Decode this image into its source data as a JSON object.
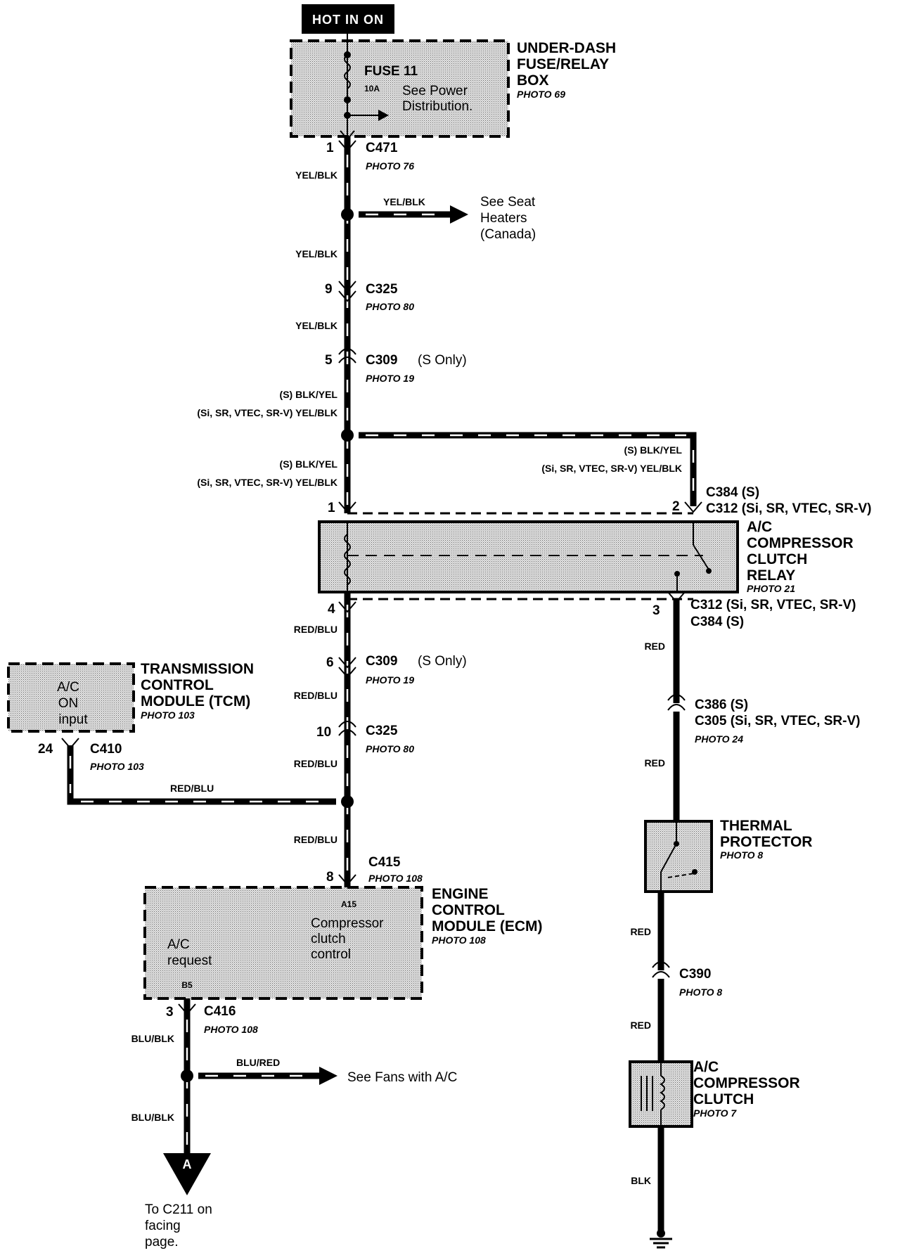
{
  "hot_label": "HOT IN ON",
  "fuse_box": {
    "name_lines": [
      "UNDER-DASH",
      "FUSE/RELAY",
      "BOX"
    ],
    "photo": "PHOTO 69",
    "fuse": "FUSE 11",
    "rating": "10A",
    "note_lines": [
      "See Power",
      "Distribution."
    ]
  },
  "connectors": {
    "c471": {
      "pin": "1",
      "name": "C471",
      "photo": "PHOTO 76"
    },
    "c325_top": {
      "pin": "9",
      "name": "C325",
      "photo": "PHOTO 80"
    },
    "c309_top": {
      "pin": "5",
      "name": "C309",
      "note": "(S Only)",
      "photo": "PHOTO 19"
    },
    "relay_pin1": {
      "pin": "1"
    },
    "relay_pin2": {
      "pin": "2",
      "line1": "C384 (S)",
      "line2": "C312 (Si, SR, VTEC, SR-V)"
    },
    "relay_pin4": {
      "pin": "4"
    },
    "relay_pin3": {
      "pin": "3",
      "line1": "C312 (Si, SR, VTEC, SR-V)",
      "line2": "C384 (S)"
    },
    "c309_bot": {
      "pin": "6",
      "name": "C309",
      "note": "(S Only)",
      "photo": "PHOTO 19"
    },
    "c325_bot": {
      "pin": "10",
      "name": "C325",
      "photo": "PHOTO 80"
    },
    "c410": {
      "pin": "24",
      "name": "C410",
      "photo": "PHOTO 103"
    },
    "c415": {
      "pin": "8",
      "name": "C415",
      "photo": "PHOTO 108"
    },
    "c416": {
      "pin": "3",
      "name": "C416",
      "photo": "PHOTO 108"
    },
    "c386": {
      "line1": "C386 (S)",
      "line2": "C305 (Si, SR, VTEC, SR-V)",
      "photo": "PHOTO 24"
    },
    "c390": {
      "name": "C390",
      "photo": "PHOTO 8"
    }
  },
  "wires": {
    "yelblk_1": "YEL/BLK",
    "yelblk_branch": "YEL/BLK",
    "yelblk_2": "YEL/BLK",
    "yelblk_3": "YEL/BLK",
    "s_blkyel_a": "(S)  BLK/YEL",
    "si_yelblk_a": "(Si, SR, VTEC, SR-V)  YEL/BLK",
    "s_blkyel_b": "(S)  BLK/YEL",
    "si_yelblk_b": "(Si, SR, VTEC, SR-V)  YEL/BLK",
    "s_blkyel_c": "(S)  BLK/YEL",
    "si_yelblk_c": "(Si, SR, VTEC, SR-V)  YEL/BLK",
    "redblu_1": "RED/BLU",
    "redblu_2": "RED/BLU",
    "redblu_3": "RED/BLU",
    "redblu_4": "RED/BLU",
    "redblu_5": "RED/BLU",
    "red_1": "RED",
    "red_2": "RED",
    "red_3": "RED",
    "red_4": "RED",
    "blublk_1": "BLU/BLK",
    "blured": "BLU/RED",
    "blublk_2": "BLU/BLK",
    "blk": "BLK"
  },
  "seat_heaters_lines": [
    "See Seat",
    "Heaters",
    "(Canada)"
  ],
  "relay": {
    "name_lines": [
      "A/C",
      "COMPRESSOR",
      "CLUTCH",
      "RELAY"
    ],
    "photo": "PHOTO 21"
  },
  "tcm": {
    "name_lines": [
      "TRANSMISSION",
      "CONTROL",
      "MODULE (TCM)"
    ],
    "photo": "PHOTO 103",
    "input_lines": [
      "A/C",
      "ON",
      "input"
    ]
  },
  "thermal": {
    "name_lines": [
      "THERMAL",
      "PROTECTOR"
    ],
    "photo": "PHOTO 8"
  },
  "ecm": {
    "name_lines": [
      "ENGINE",
      "CONTROL",
      "MODULE (ECM)"
    ],
    "photo": "PHOTO 108",
    "pin_a15": "A15",
    "compressor_lines": [
      "Compressor",
      "clutch",
      "control"
    ],
    "request_lines": [
      "A/C",
      "request"
    ],
    "pin_b5": "B5"
  },
  "clutch": {
    "name_lines": [
      "A/C",
      "COMPRESSOR",
      "CLUTCH"
    ],
    "photo": "PHOTO 7"
  },
  "fans_note": "See Fans with A/C",
  "offpage": {
    "letter": "A",
    "lines": [
      "To C211 on",
      "facing",
      "page."
    ]
  }
}
